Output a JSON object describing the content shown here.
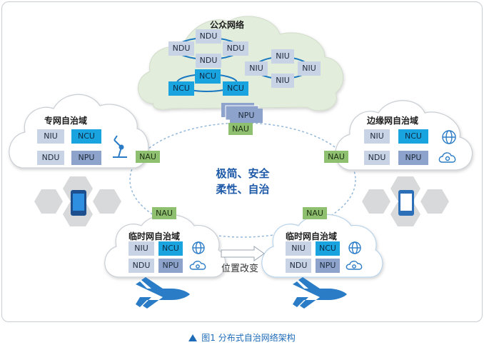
{
  "public_cloud": {
    "title": "公众网络",
    "ndu_ring": [
      "NDU",
      "NDU",
      "NDU",
      "NDU"
    ],
    "niu_ring": [
      "NIU",
      "NIU",
      "NIU",
      "NIU"
    ],
    "ncu_ring": [
      "NCU",
      "NCU",
      "NCU"
    ]
  },
  "npu_stack": "NPU",
  "nau": {
    "top": "NAU",
    "left": "NAU",
    "right": "NAU",
    "bottom_left": "NAU",
    "bottom_right": "NAU"
  },
  "private_domain": {
    "title": "专网自治域",
    "labels": [
      "NIU",
      "NCU",
      "NDU",
      "NPU"
    ]
  },
  "edge_domain": {
    "title": "边缘网自治域",
    "labels": [
      "NIU",
      "NCU",
      "NDU",
      "NPU"
    ]
  },
  "temp_domain_left": {
    "title": "临时网自治域",
    "labels": [
      "NIU",
      "NCU",
      "NDU",
      "NPU"
    ]
  },
  "temp_domain_right": {
    "title": "临时网自治域",
    "labels": [
      "NIU",
      "NCU",
      "NDU",
      "NPU"
    ]
  },
  "center_text": {
    "line1": "极简、安全",
    "line2": "柔性、自治"
  },
  "move_label": "位置改变",
  "caption": "图1  分布式自治网络架构",
  "colors": {
    "ncu": "#19a3df",
    "niu_ndu": "#c9d3e6",
    "npu": "#8ea3cc",
    "nau": "#8fc070",
    "public_cloud": "#e2eedb",
    "accent": "#1e5aa8"
  }
}
